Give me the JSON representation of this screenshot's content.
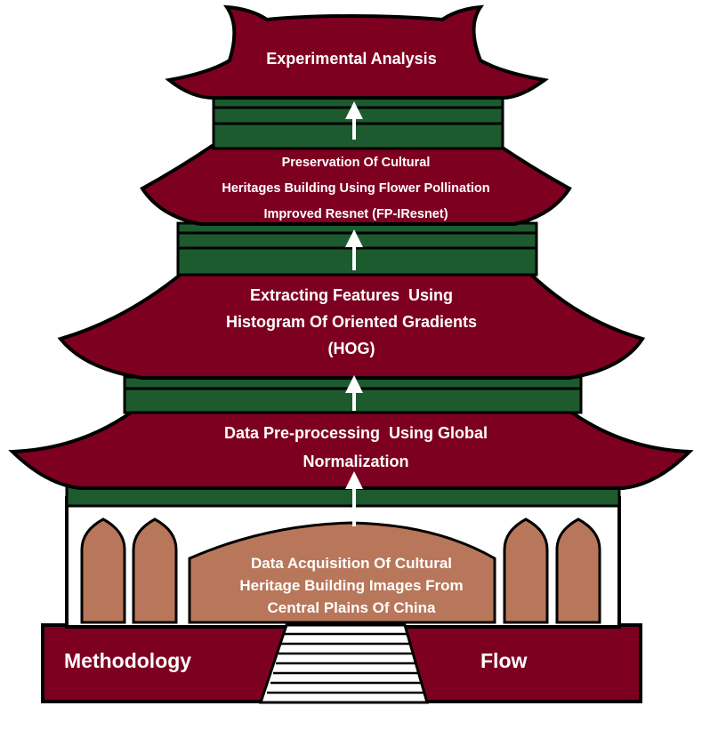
{
  "diagram": {
    "tiers": {
      "experimental": "Experimental Analysis",
      "preservation": [
        "Preservation Of Cultural",
        "Heritages Building Using Flower Pollination",
        "Improved Resnet (FP-IResnet)"
      ],
      "features": [
        "Extracting Features  Using",
        "Histogram Of Oriented Gradients",
        "(HOG)"
      ],
      "preprocessing": [
        "Data Pre-processing  Using Global",
        "Normalization"
      ],
      "acquisition": [
        "Data Acquisition Of Cultural",
        "Heritage Building Images From",
        "Central Plains Of China"
      ]
    },
    "base": {
      "left": "Methodology",
      "right": "Flow"
    }
  },
  "colors": {
    "roof": "#7e0021",
    "band": "#1d5a2e",
    "door": "#b8775a",
    "outline": "#000000",
    "arrow": "#ffffff"
  }
}
